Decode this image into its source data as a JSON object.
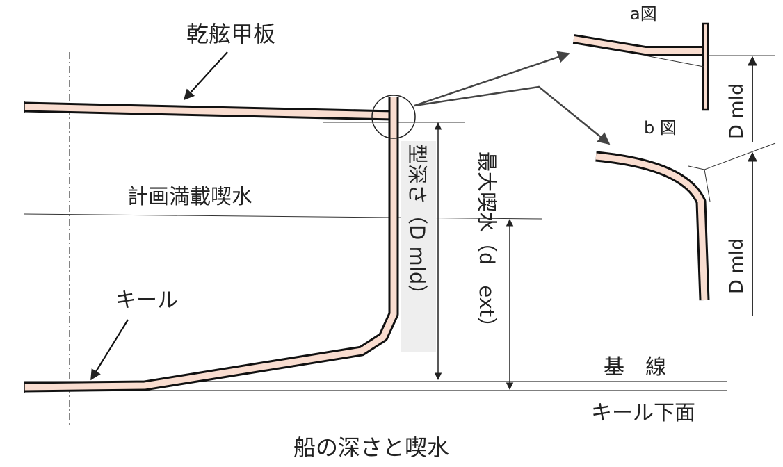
{
  "labels": {
    "deck": "乾舷甲板",
    "load_waterline": "計画満載喫水",
    "keel": "キール",
    "baseline": "基　線",
    "keel_bottom": "キール下面",
    "title": "船の深さと喫水",
    "depth_moulded": "型深さ（D mld）",
    "max_draft": "最大喫水（d　ext）",
    "fig_a": "a図",
    "fig_b": "b 図",
    "d_mld_a": "D mld",
    "d_mld_b": "D mld"
  },
  "colors": {
    "hull_fill": "#f9ddd0",
    "line": "#111111",
    "thin_line": "#555555",
    "label_bg": "#eeeeee"
  }
}
